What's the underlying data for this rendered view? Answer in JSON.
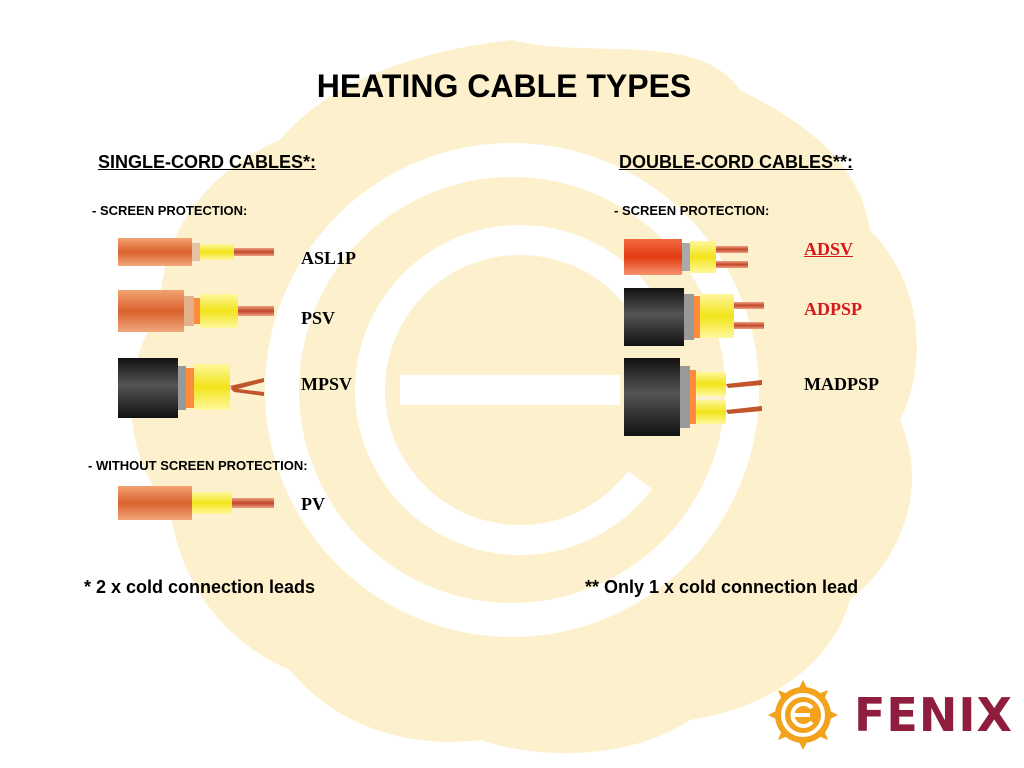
{
  "title": "HEATING CABLE TYPES",
  "single": {
    "heading": "SINGLE-CORD CABLES*:",
    "screen_heading": "- SCREEN PROTECTION:",
    "noscreen_heading": "- WITHOUT SCREEN PROTECTION:",
    "cables": [
      {
        "label": "ASL1P"
      },
      {
        "label": "PSV"
      },
      {
        "label": "MPSV"
      },
      {
        "label": "PV"
      }
    ],
    "footnote": "* 2 x cold connection leads"
  },
  "double": {
    "heading": "DOUBLE-CORD CABLES**:",
    "screen_heading": "- SCREEN PROTECTION:",
    "cables": [
      {
        "label": "ADSV",
        "color": "#d41a1a",
        "link": true
      },
      {
        "label": "ADPSP",
        "color": "#d41a1a"
      },
      {
        "label": "MADPSP"
      }
    ],
    "footnote": "** Only 1 x cold connection lead"
  },
  "logo": {
    "text": "FENIX",
    "icon": "sun-e-logo-icon",
    "color": "#8e1d3e"
  },
  "colors": {
    "copper": "#d9703a",
    "insulation": "#f2ea1a",
    "black_jacket": "#2a2a2a",
    "red_jacket": "#e8431e",
    "watermark": "#fdeec6"
  }
}
